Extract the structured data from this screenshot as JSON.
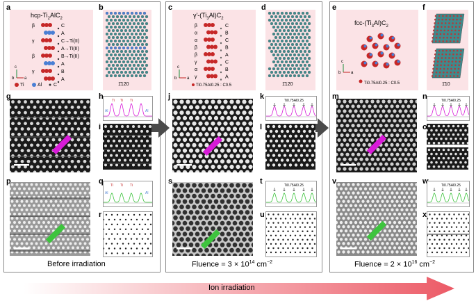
{
  "panels": {
    "a": {
      "letter": "a",
      "title": "hcp-Ti",
      "title_sub": "2",
      "title_tail": "AlC",
      "title_sub2": "2",
      "stack_left": [
        "β",
        "",
        "γ",
        "",
        "β",
        "",
        "γ"
      ],
      "stack_right": [
        "C",
        "A",
        "C→Ti(II)",
        "A→Ti(II)",
        "B→Ti(II)",
        "A",
        "B",
        "A"
      ],
      "legend": [
        "Ti",
        "Al",
        "C"
      ],
      "axis": [
        "c",
        "a",
        "b"
      ]
    },
    "b": {
      "letter": "b",
      "caption": "1̄120"
    },
    "c": {
      "letter": "c",
      "title": "γ'-(Ti",
      "title_sub": "3",
      "title_tail": "Al)C",
      "title_sub2": "2",
      "stack_left": [
        "β",
        "α",
        "α",
        "β",
        "β",
        "γ",
        "α",
        "γ"
      ],
      "stack_right": [
        "C",
        "B",
        "C",
        "B",
        "A",
        "C",
        "B",
        "A"
      ],
      "legend": "Ti0.75Al0.25 : C0.5",
      "axis": [
        "c",
        "a",
        "b"
      ]
    },
    "d": {
      "letter": "d",
      "caption": "1̄120"
    },
    "e": {
      "letter": "e",
      "title": "fcc-(Ti",
      "title_sub": "3",
      "title_tail": "Al)C",
      "title_sub2": "2",
      "legend": "Ti0.75Al0.25 : C0.5",
      "axis": [
        "c",
        "a",
        "b"
      ]
    },
    "f": {
      "letter": "f",
      "caption": "1̄10"
    },
    "g": {
      "letter": "g"
    },
    "h": {
      "letter": "h",
      "labels": [
        "Ti",
        "Ti",
        "Ti",
        "Al",
        "Al"
      ]
    },
    "i": {
      "letter": "i"
    },
    "j": {
      "letter": "j"
    },
    "k": {
      "letter": "k",
      "label": "Ti0.75Al0.25"
    },
    "l": {
      "letter": "l"
    },
    "m": {
      "letter": "m"
    },
    "n": {
      "letter": "n",
      "label": "Ti0.75Al0.25"
    },
    "o": {
      "letter": "o"
    },
    "p": {
      "letter": "p"
    },
    "q": {
      "letter": "q",
      "labels": [
        "Ti",
        "Ti",
        "Ti",
        "Al",
        "Al"
      ]
    },
    "r": {
      "letter": "r"
    },
    "s": {
      "letter": "s"
    },
    "t": {
      "letter": "t",
      "label": "Ti0.75Al0.25"
    },
    "u": {
      "letter": "u"
    },
    "v": {
      "letter": "v"
    },
    "w": {
      "letter": "w",
      "label": "Ti0.75Al0.25"
    },
    "x": {
      "letter": "x"
    }
  },
  "captions": {
    "before": "Before irradiation",
    "fluence1": "Fluence = 3 × 10",
    "fluence1_exp": "14",
    "fluence1_unit": " cm",
    "fluence2": "Fluence = 2 × 10",
    "fluence2_exp": "16",
    "fluence2_unit": " cm",
    "unit_exp": "−2"
  },
  "arrow": {
    "label": "Ion irradiation"
  },
  "colors": {
    "ti": "#c62828",
    "al": "#4a7fd4",
    "pink": "#fbe3e6",
    "highlight_magenta": "#d81bd8",
    "highlight_green": "#3ec43e",
    "arrow_dark": "#e8535f"
  }
}
